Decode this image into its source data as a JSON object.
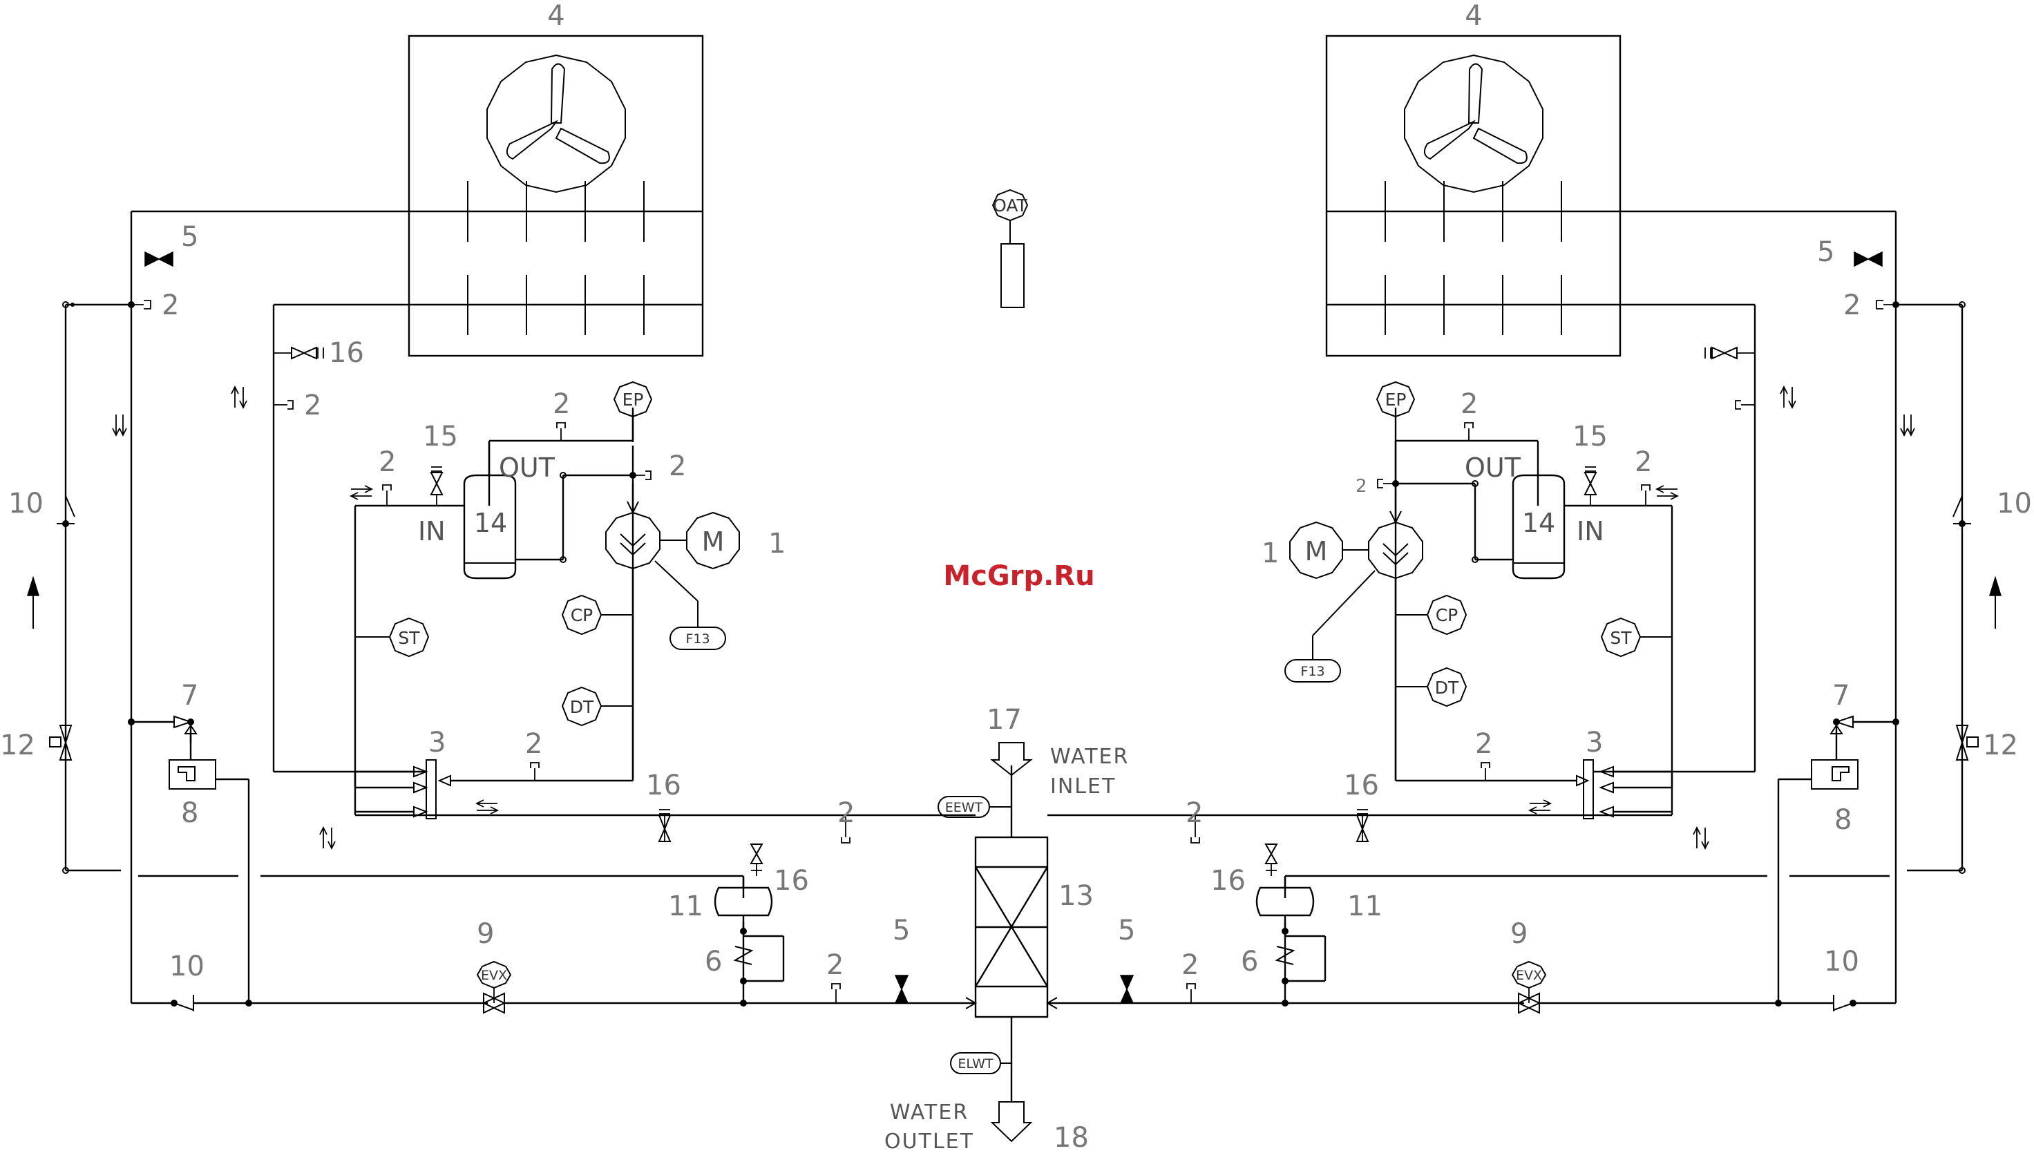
{
  "watermark": "McGrp.Ru",
  "water": {
    "inlet_line1": "WATER",
    "inlet_line2": "INLET",
    "outlet_line1": "WATER",
    "outlet_line2": "OUTLET"
  },
  "tags": {
    "oat": "OAT",
    "ep": "EP",
    "cp": "CP",
    "dt": "DT",
    "st": "ST",
    "f13": "F13",
    "evx": "EVX",
    "motor": "M",
    "eewt": "EEWT",
    "elwt": "ELWT"
  },
  "labels": {
    "in": "IN",
    "out": "OUT"
  },
  "numbers": {
    "n1": "1",
    "n2": "2",
    "n3": "3",
    "n4": "4",
    "n5": "5",
    "n6": "6",
    "n7": "7",
    "n8": "8",
    "n9": "9",
    "n10": "10",
    "n11": "11",
    "n12": "12",
    "n13": "13",
    "n14": "14",
    "n15": "15",
    "n16": "16",
    "n17": "17",
    "n18": "18"
  }
}
